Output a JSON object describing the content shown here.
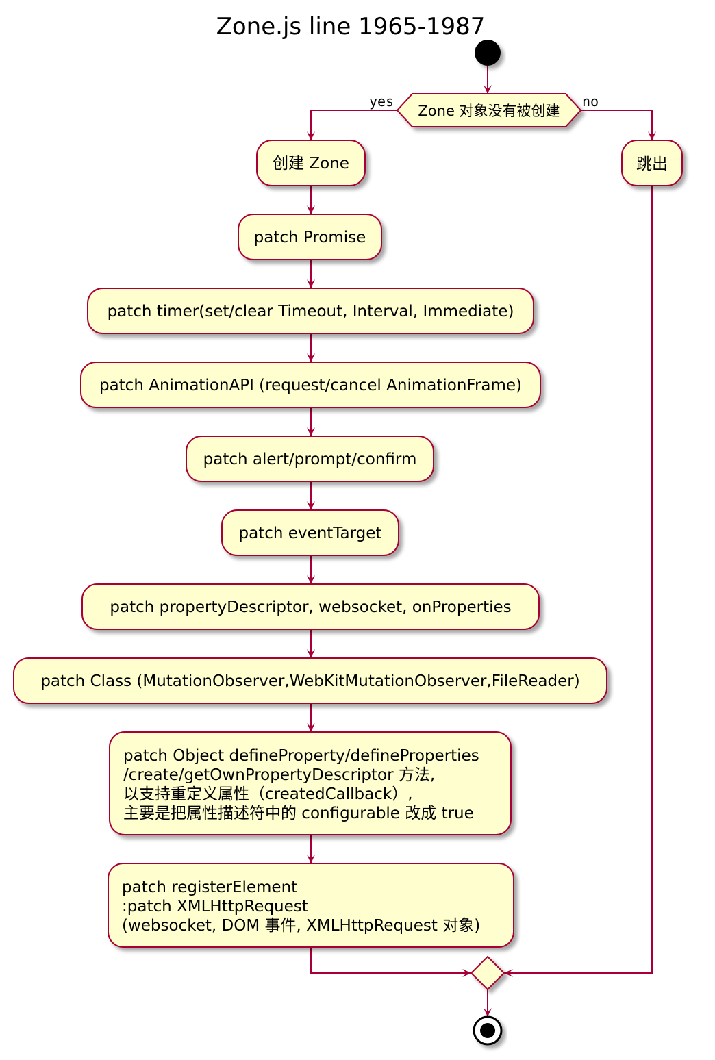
{
  "title": "Zone.js line 1965-1987",
  "decision": {
    "question": "Zone 对象没有被创建",
    "yes_label": "yes",
    "no_label": "no"
  },
  "skip_action": "跳出",
  "steps": [
    [
      "创建 Zone"
    ],
    [
      "patch Promise"
    ],
    [
      "patch timer(set/clear Timeout, Interval, Immediate)"
    ],
    [
      "patch AnimationAPI (request/cancel AnimationFrame)"
    ],
    [
      "patch alert/prompt/confirm"
    ],
    [
      "patch eventTarget"
    ],
    [
      "patch propertyDescriptor, websocket, onProperties"
    ],
    [
      "patch Class (MutationObserver,WebKitMutationObserver,FileReader)"
    ],
    [
      "patch Object defineProperty/defineProperties",
      "/create/getOwnPropertyDescriptor 方法,",
      "以支持重定义属性（createdCallback）,",
      "主要是把属性描述符中的 configurable 改成 true"
    ],
    [
      "patch registerElement",
      ":patch XMLHttpRequest",
      "(websocket, DOM 事件, XMLHttpRequest 对象)"
    ]
  ],
  "colors": {
    "node_fill": "#FEFECE",
    "border": "#A80036",
    "arrow": "#A80036",
    "shadow": "#C8C8C8",
    "start": "#000000"
  }
}
